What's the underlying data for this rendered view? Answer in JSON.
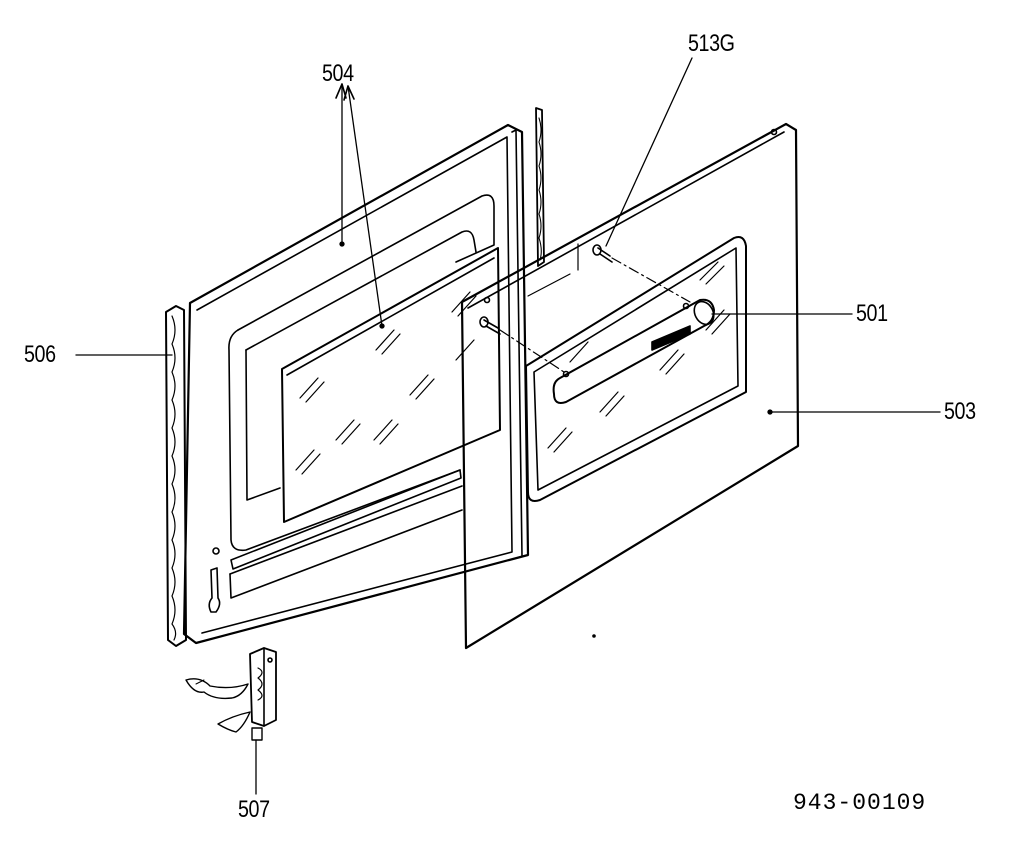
{
  "diagram": {
    "labels": {
      "p504": "504",
      "p513g": "513G",
      "p501": "501",
      "p503": "503",
      "p506": "506",
      "p507": "507"
    },
    "drawing_number": "943-00109",
    "stroke_color": "#000000",
    "background_color": "#ffffff"
  }
}
